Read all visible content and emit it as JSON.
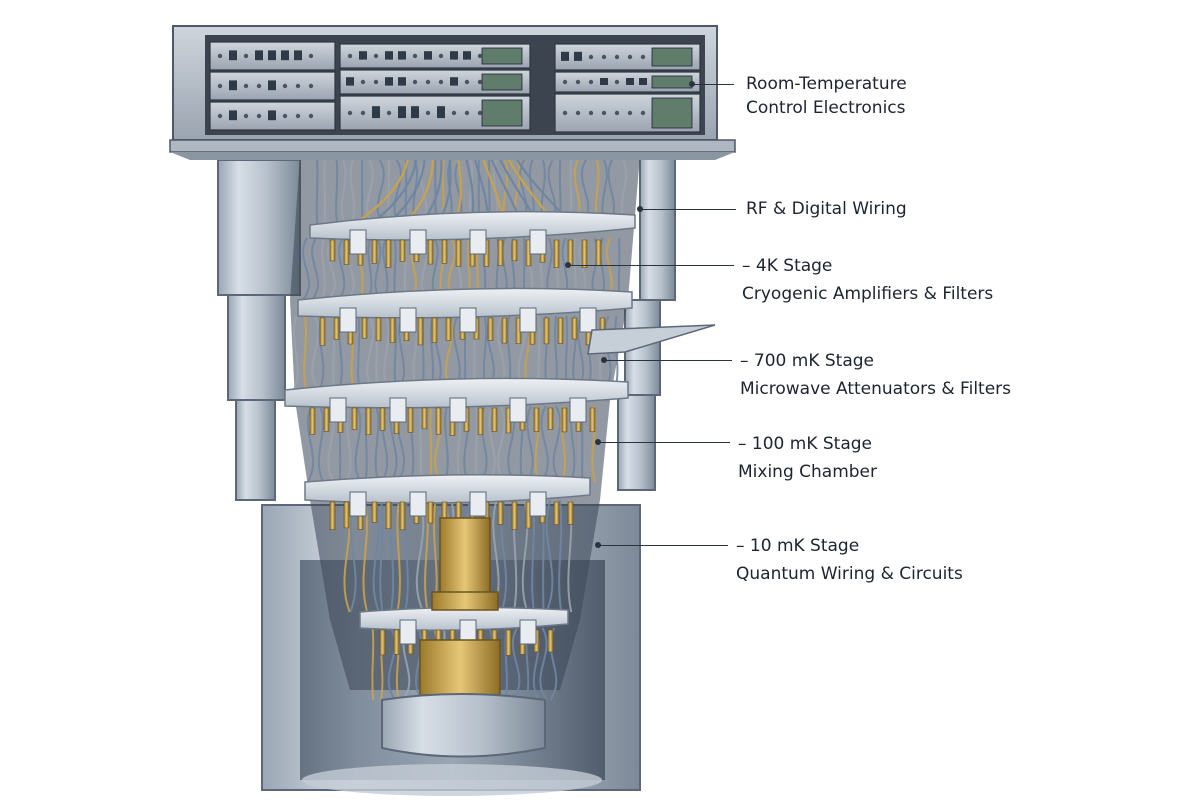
{
  "callouts": [
    {
      "id": "room-temp",
      "line1": "Room-Temperature",
      "line2": "Control Electronics"
    },
    {
      "id": "wiring",
      "line1": "RF & Digital Wiring",
      "line2": ""
    },
    {
      "id": "stage-4k",
      "line1": "– 4K Stage",
      "line2": "Cryogenic Amplifiers & Filters"
    },
    {
      "id": "stage-700mk",
      "line1": "– 700 mK Stage",
      "line2": "Microwave Attenuators & Filters"
    },
    {
      "id": "stage-100mk",
      "line1": "– 100 mK Stage",
      "line2": "Mixing Chamber"
    },
    {
      "id": "stage-10mk",
      "line1": "– 10 mK Stage",
      "line2": "Quantum Wiring & Circuits"
    }
  ],
  "colors": {
    "steel": "#c9d2dc",
    "steel_dark": "#7f8b99",
    "plate": "#e3e7ec",
    "gold": "#c9a24a",
    "cable_blue": "#6f86a3",
    "cable_grey": "#9aa3ad",
    "rack": "#3c4450",
    "text": "#1c2430"
  }
}
